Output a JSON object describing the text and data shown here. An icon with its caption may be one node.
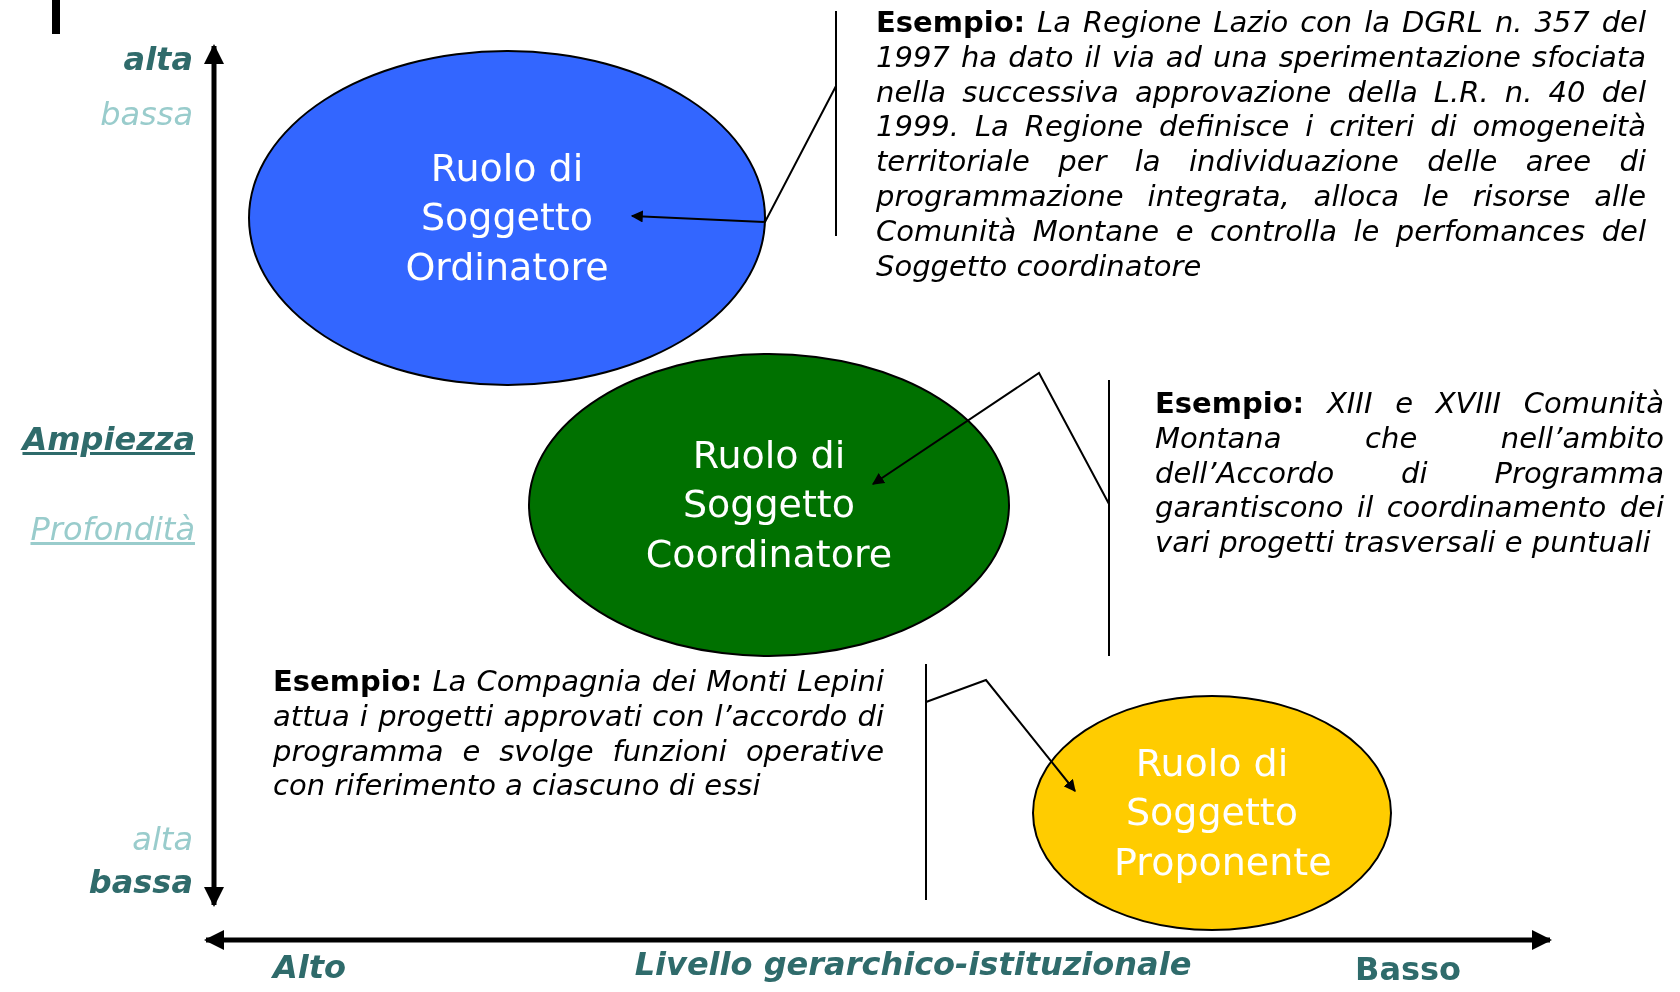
{
  "diagram": {
    "nodes": [
      {
        "text": [
          "Ruolo di Soggetto Ordinatore"
        ]
      },
      {
        "text": [
          "Esempio:",
          "La Regione Lazio con la DGRL n. 357 del 1997 ha dato il via ad una sperimentazione sfociata nella successiva approvazione della L.R. n. 40 del 1999. La Regione definisce i criteri di omogeneità territoriale per la individuazione delle aree di programmazione integrata, alloca le risorse alle Comunità Montane e controlla le perfomances del Soggetto coordinatore"
        ]
      },
      {
        "text": [
          "Ruolo di Soggetto Coordinatore"
        ]
      },
      {
        "text": [
          "Esempio:",
          "XIII e XVIII Comunità Montana che nell’ambito dell’Accordo di Programma garantiscono il coordinamento dei vari progetti trasversali e puntuali"
        ]
      },
      {
        "text": [
          "Esempio:",
          "La Compagnia dei Monti Lepini attua i progetti approvati con l’accordo di programma e svolge funzioni operative con riferimento a ciascuno di essi"
        ]
      },
      {
        "text": [
          "Ruolo di Soggetto Proponente"
        ]
      }
    ],
    "edges": [
      {
        "from": 1,
        "to": 0,
        "arrow": "to"
      },
      {
        "from": 3,
        "to": 2,
        "arrow": "to"
      },
      {
        "from": 4,
        "to": 5,
        "arrow": "to"
      }
    ],
    "labels": [
      "alta",
      "bassa",
      "Ampiezza",
      "Profondità",
      "alta",
      "bassa",
      "Alto",
      "Livello gerarchico-istituzionale",
      "Basso"
    ]
  }
}
